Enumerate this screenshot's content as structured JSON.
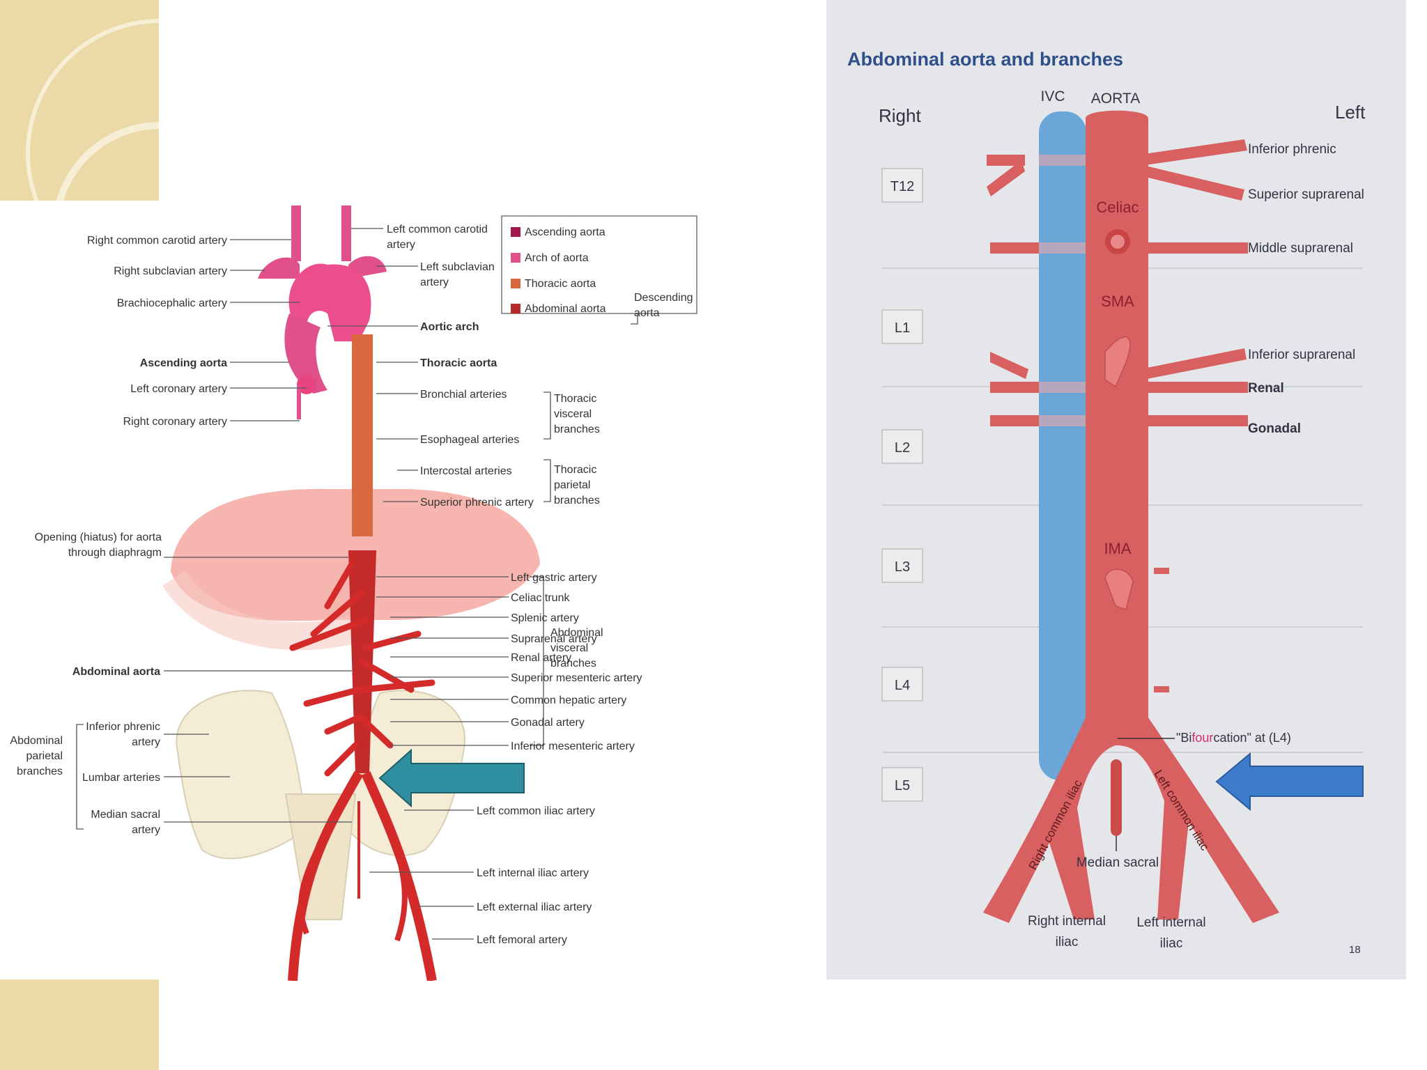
{
  "left_diagram": {
    "legend": {
      "items": [
        {
          "label": "Ascending aorta",
          "color": "#a3174f"
        },
        {
          "label": "Arch of aorta",
          "color": "#e0508a"
        },
        {
          "label": "Thoracic aorta",
          "color": "#d9683f"
        },
        {
          "label": "Abdominal aorta",
          "color": "#b52a2a"
        }
      ],
      "group_label_1": "Descending",
      "group_label_2": "aorta"
    },
    "labels_left": [
      "Right common carotid artery",
      "Right subclavian artery",
      "Brachiocephalic artery",
      "Ascending aorta",
      "Left coronary artery",
      "Right coronary artery",
      "Opening (hiatus) for aorta",
      "through diaphragm",
      "Abdominal aorta",
      "Inferior phrenic",
      "artery",
      "Lumbar arteries",
      "Median sacral",
      "artery"
    ],
    "parietal_group": [
      "Abdominal",
      "parietal",
      "branches"
    ],
    "labels_right": [
      "Left common carotid",
      "artery",
      "Left subclavian",
      "artery",
      "Aortic arch",
      "Thoracic aorta",
      "Bronchial arteries",
      "Esophageal arteries",
      "Intercostal arteries",
      "Superior phrenic artery",
      "Left gastric artery",
      "Celiac trunk",
      "Splenic artery",
      "Suprarenal artery",
      "Renal artery",
      "Superior mesenteric artery",
      "Common hepatic artery",
      "Gonadal artery",
      "Inferior mesenteric artery",
      "Left common iliac artery",
      "Left internal iliac artery",
      "Left external iliac artery",
      "Left femoral artery"
    ],
    "group_thoracic_visceral": [
      "Thoracic",
      "visceral",
      "branches"
    ],
    "group_thoracic_parietal": [
      "Thoracic",
      "parietal",
      "branches"
    ],
    "group_abdominal_visceral": [
      "Abdominal",
      "visceral",
      "branches"
    ]
  },
  "right_diagram": {
    "title": "Abdominal aorta and branches",
    "side_right": "Right",
    "side_left": "Left",
    "vessel_ivc": "IVC",
    "vessel_aorta": "AORTA",
    "vertebrae": [
      "T12",
      "L1",
      "L2",
      "L3",
      "L4",
      "L5"
    ],
    "inner_labels": [
      "Celiac",
      "SMA",
      "IMA"
    ],
    "branches_left_side": [
      "Inferior phrenic",
      "Superior suprarenal",
      "Middle suprarenal",
      "Inferior suprarenal",
      "Renal",
      "Gonadal"
    ],
    "bifurcation_prefix": "\"Bi",
    "bifurcation_highlight": "four",
    "bifurcation_suffix": "cation\" at (L4)",
    "iliac_right": "Right common iliac",
    "iliac_left": "Left common iliac",
    "median_sacral": "Median sacral",
    "right_internal": [
      "Right internal",
      "iliac"
    ],
    "left_internal": [
      "Left internal",
      "iliac"
    ],
    "page_number": "18"
  },
  "colors": {
    "artery_red": "#d42a2a",
    "aorta_pink": "#d96060",
    "ivc_blue": "#6aa7d8",
    "arrow_teal": "#2f8fa0",
    "arrow_blue": "#3d7ccc",
    "corner_tan": "#ecd9a8"
  }
}
